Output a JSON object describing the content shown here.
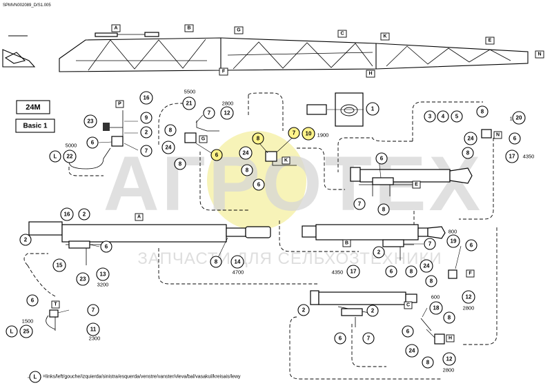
{
  "doc_code": "SPMVN002089_D/S1.005",
  "model": "24M",
  "variant": "Basic 1",
  "legend_marker": "L",
  "legend_text": "=links/left/gouche/izquierda/sinistra/esquerda/venstre/vanster/vleva/bal/vasakul/kreisais/lewy",
  "watermark": {
    "big": "АГРОТЕХ",
    "sub": "ЗАПЧАСТИ ДЛЯ СЕЛЬХОЗТЕХНИКИ"
  },
  "colors": {
    "highlight": "#fff38a",
    "watermark": "#d6d6d6",
    "sun": "#f6f2b0"
  },
  "boom_labels": [
    "A",
    "B",
    "G",
    "C",
    "K",
    "E",
    "N",
    "F",
    "H"
  ],
  "lengths": {
    "l5500": "5500",
    "l2800a": "2800",
    "l1900": "1900",
    "l1300": "1300",
    "l5000": "5000",
    "l4350a": "4350",
    "l800": "800",
    "l3200": "3200",
    "l4700": "4700",
    "l4350b": "4350",
    "l2800b": "2800",
    "l1500": "1500",
    "l2300": "2300",
    "l600": "600",
    "l2800c": "2800"
  },
  "bubbles": {
    "p1": "1",
    "p3": "3",
    "p4": "4",
    "p5": "5",
    "p8n": "8",
    "p20": "20",
    "p24n": "24",
    "p6n": "6",
    "p8n2": "8",
    "p17n": "17",
    "p16a": "16",
    "p9a": "9",
    "p23a": "23",
    "p2a": "2",
    "p6a": "6",
    "p7a": "7",
    "p21": "21",
    "p7g": "7",
    "p12g": "12",
    "p8g": "8",
    "p24g": "24",
    "p8g2": "8",
    "p6g": "6",
    "p8k": "8",
    "p7k": "7",
    "p10k": "10",
    "p24k": "24",
    "p8k2": "8",
    "p6k": "6",
    "p22": "22",
    "p6e": "6",
    "p7e": "7",
    "p8e": "8",
    "p16b": "16",
    "p2b": "2",
    "p2c": "2",
    "p6b": "6",
    "p15": "15",
    "p23b": "23",
    "p13": "13",
    "p8a": "8",
    "p14": "14",
    "p2d": "2",
    "p7d": "7",
    "p17d": "17",
    "p6d": "6",
    "p8d": "8",
    "p19": "19",
    "p6f": "6",
    "p24f": "24",
    "p8f": "8",
    "p12f": "12",
    "p6t": "6",
    "p7t": "7",
    "p11": "11",
    "p25": "25",
    "p2e1": "2",
    "p2e2": "2",
    "p6c": "6",
    "p7c": "7",
    "p18": "18",
    "p8h": "8",
    "p6h": "6",
    "p24h": "24",
    "p8h2": "8",
    "p12h": "12"
  },
  "labels": {
    "A": "A",
    "B": "B",
    "C": "C",
    "E": "E",
    "F": "F",
    "G": "G",
    "H": "H",
    "K": "K",
    "N": "N",
    "P": "P",
    "T": "T",
    "Lm1": "L",
    "Lm2": "L"
  }
}
